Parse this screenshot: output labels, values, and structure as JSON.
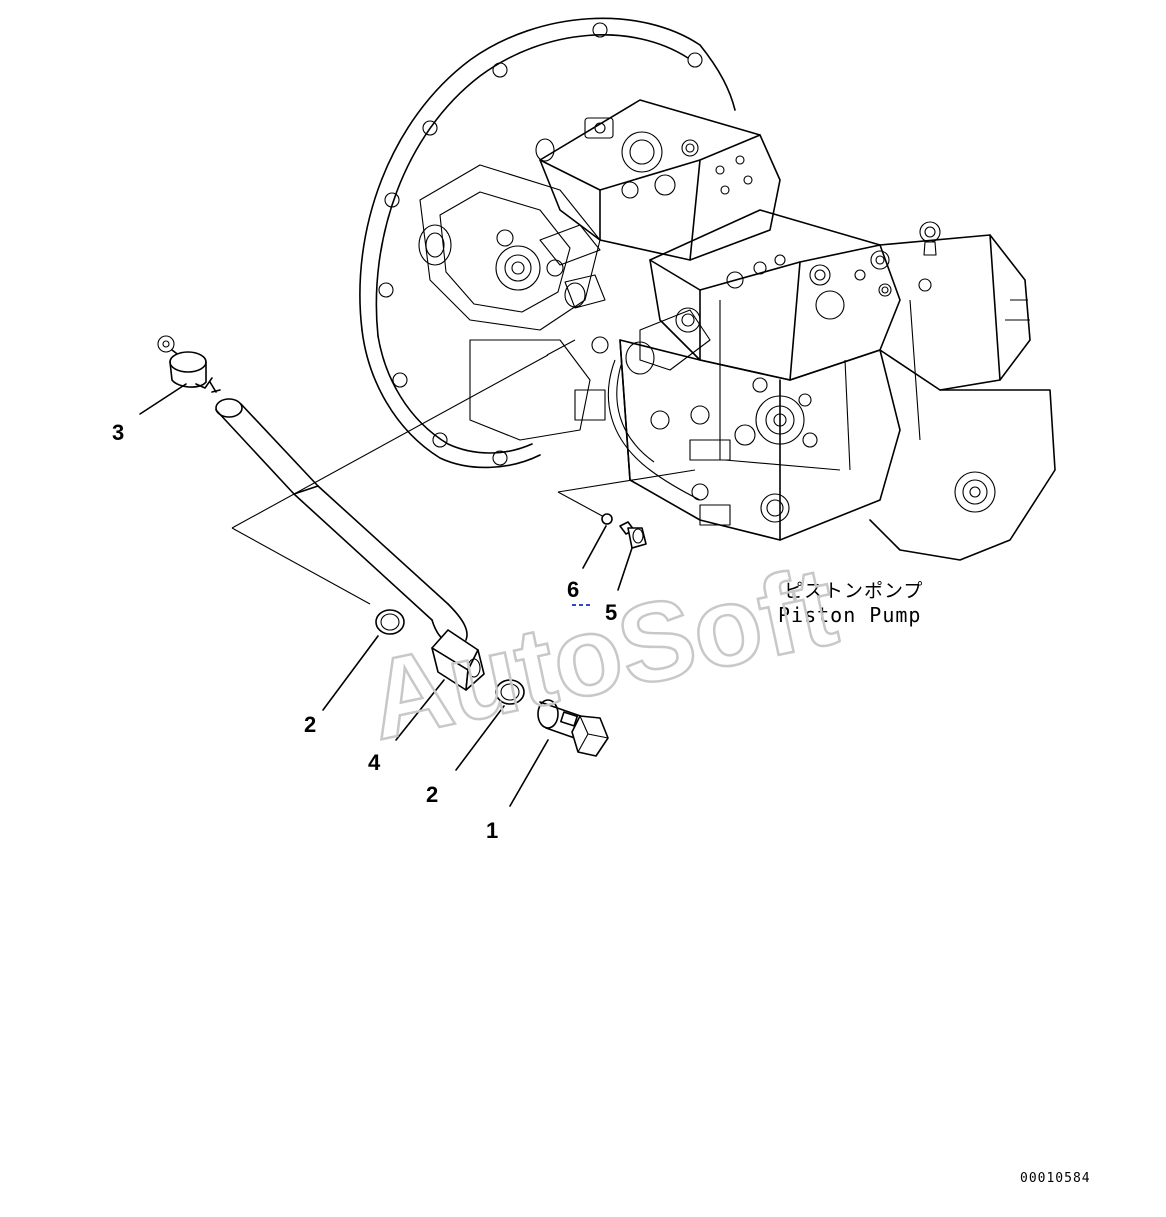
{
  "callouts": [
    {
      "id": "c1",
      "label": "1"
    },
    {
      "id": "c2a",
      "label": "2"
    },
    {
      "id": "c2b",
      "label": "2"
    },
    {
      "id": "c3",
      "label": "3"
    },
    {
      "id": "c4",
      "label": "4"
    },
    {
      "id": "c5",
      "label": "5"
    },
    {
      "id": "c6",
      "label": "6"
    }
  ],
  "assembly_label": {
    "japanese": "ピストンポンプ",
    "english": "Piston Pump"
  },
  "watermark": "AutoSoft",
  "drawing_code": "00010584",
  "colors": {
    "line": "#000000",
    "background": "#ffffff",
    "watermark": "#c8c8c8",
    "marker": "#2a4bd0"
  }
}
